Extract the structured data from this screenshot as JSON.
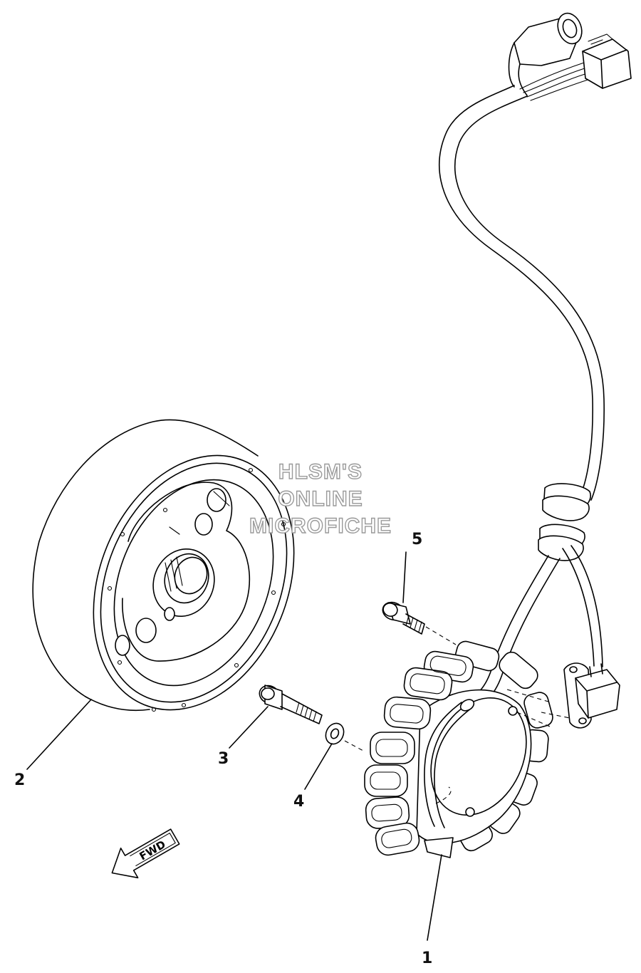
{
  "watermark": {
    "line1": "HLSM'S",
    "line2": "ONLINE",
    "line3": "MICROFICHE"
  },
  "callouts": {
    "stator": "1",
    "rotor": "2",
    "bolt": "3",
    "washer": "4",
    "screw": "5"
  },
  "direction_badge": "FWD",
  "icons": [
    "fwd-arrow-icon"
  ]
}
